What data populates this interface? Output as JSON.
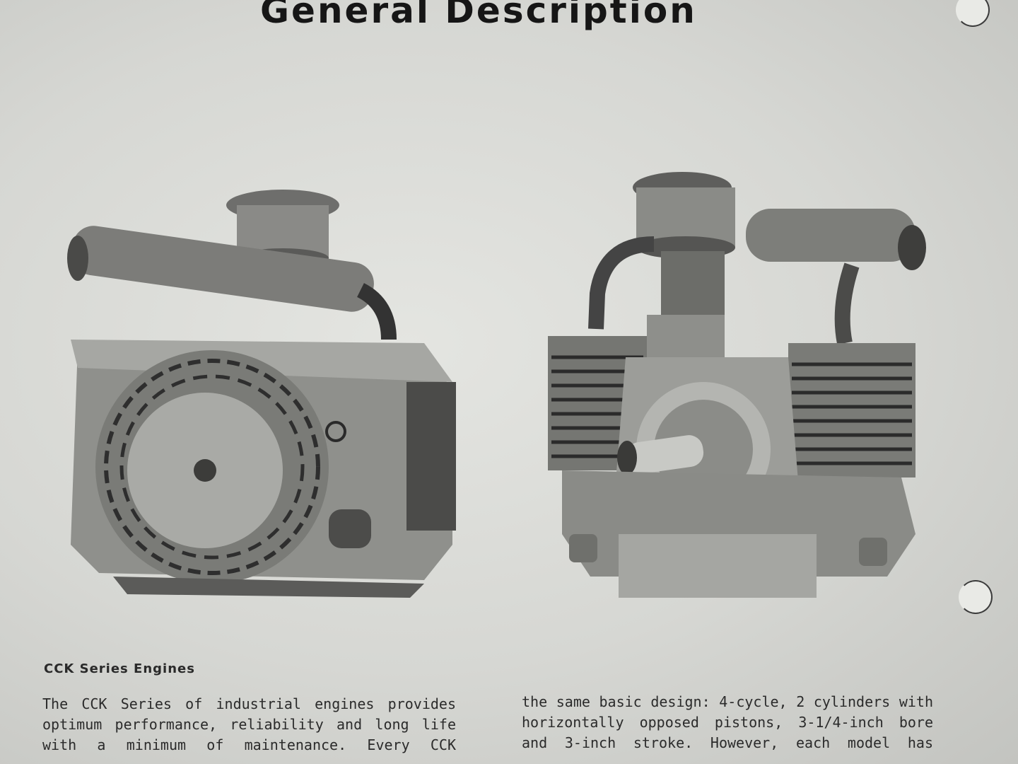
{
  "page": {
    "title": "General Description"
  },
  "section": {
    "heading": "CCK Series Engines",
    "left_column_lines": [
      "The CCK Series of industrial engines provides",
      "optimum performance, reliability and long life",
      "with a minimum of maintenance.  Every CCK"
    ],
    "right_column_lines": [
      "the same basic design: 4-cycle, 2 cylinders with",
      "horizontally opposed pistons, 3-1/4-inch bore",
      "and 3-inch stroke. However, each model has"
    ]
  },
  "images": {
    "left": "engine-photo-flywheel-side",
    "right": "engine-photo-pto-side"
  },
  "colors": {
    "paper": "#dcddd9",
    "ink": "#1f1f1f"
  }
}
